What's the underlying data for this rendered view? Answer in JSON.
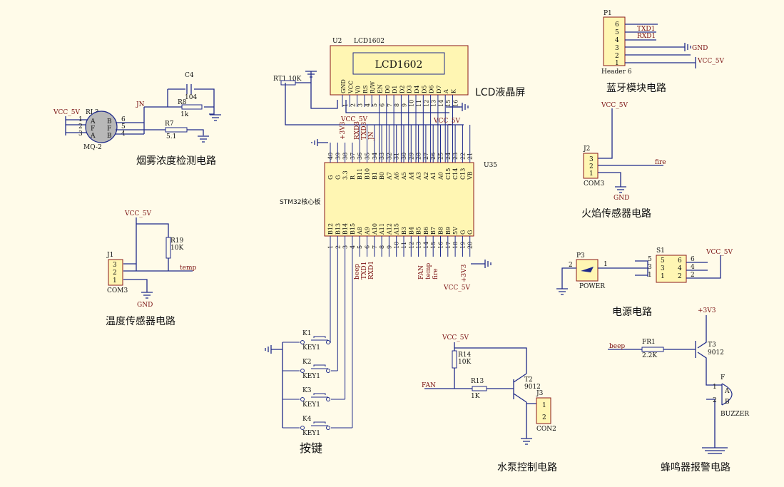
{
  "colors": {
    "background": "#fffbe9",
    "wire": "#1f2a8a",
    "component_fill": "#fff6b3",
    "component_border": "#8b1a1a",
    "net_label": "#7a1010"
  },
  "lcd": {
    "designator": "U2",
    "part": "LCD1602",
    "display": "LCD1602",
    "caption": "LCD液晶屏",
    "pins": [
      "GND",
      "VCC",
      "V0",
      "RS",
      "R/W",
      "EN",
      "D0",
      "D1",
      "D2",
      "D3",
      "D4",
      "D5",
      "D6",
      "D7",
      "A",
      "K"
    ],
    "pin_numbers": [
      "1",
      "2",
      "3",
      "4",
      "5",
      "6",
      "7",
      "8",
      "9",
      "10",
      "11",
      "12",
      "13",
      "14",
      "15",
      "16"
    ]
  },
  "rt1": {
    "label": "RT1 10K"
  },
  "stm32": {
    "designator": "U35",
    "name": "STM32核心板",
    "top_pins": [
      "G",
      "G",
      "3.3",
      "R",
      "B11",
      "B10",
      "B1",
      "B0",
      "A7",
      "A6",
      "A5",
      "A4",
      "A3",
      "A2",
      "A1",
      "A0",
      "C15",
      "C14",
      "C13",
      "VB"
    ],
    "top_numbers": [
      "40",
      "39",
      "38",
      "37",
      "36",
      "35",
      "34",
      "33",
      "32",
      "31",
      "30",
      "29",
      "28",
      "27",
      "26",
      "25",
      "24",
      "23",
      "22",
      "21"
    ],
    "bottom_pins": [
      "B12",
      "B13",
      "B14",
      "B15",
      "A8",
      "A9",
      "A10",
      "A11",
      "A12",
      "A15",
      "B3",
      "B4",
      "B5",
      "B6",
      "B7",
      "B8",
      "B9",
      "5V",
      "G",
      "G"
    ],
    "bottom_numbers": [
      "1",
      "2",
      "3",
      "4",
      "5",
      "6",
      "7",
      "8",
      "9",
      "10",
      "11",
      "12",
      "13",
      "14",
      "15",
      "16",
      "17",
      "18",
      "19",
      "20"
    ],
    "top_nets": [
      "+3V3",
      "RXD3",
      "TXD3",
      "JN"
    ],
    "bottom_nets": [
      "beep",
      "TXD1",
      "RXD1",
      "FAN",
      "temp",
      "fire",
      "+3V3"
    ]
  },
  "smoke": {
    "title": "烟雾浓度检测电路",
    "vcc": "VCC_5V",
    "sensor": "RL3",
    "sensor_part": "MQ-2",
    "pins_left": [
      "1",
      "2",
      "3"
    ],
    "pins_right": [
      "6",
      "5",
      "4"
    ],
    "letters_left": [
      "A",
      "F",
      "A"
    ],
    "letters_right": [
      "B",
      "F",
      "B"
    ],
    "c4": "C4",
    "c4_value": "104",
    "r8": "R8",
    "r8_value": "1k",
    "r7": "R7",
    "r7_value": "5.1",
    "net": "JN"
  },
  "temp": {
    "title": "温度传感器电路",
    "vcc": "VCC_5V",
    "r19": "R19",
    "r19_value": "10K",
    "j1": "J1",
    "j1_part": "COM3",
    "pins": [
      "3",
      "2",
      "1"
    ],
    "net": "temp",
    "gnd": "GND"
  },
  "keys": {
    "title": "按键",
    "items": [
      {
        "name": "K1",
        "part": "KEY1"
      },
      {
        "name": "K2",
        "part": "KEY1"
      },
      {
        "name": "K3",
        "part": "KEY1"
      },
      {
        "name": "K4",
        "part": "KEY1"
      }
    ]
  },
  "bluetooth": {
    "title": "蓝牙模块电路",
    "designator": "P1",
    "part": "Header 6",
    "pins": [
      "6",
      "5",
      "4",
      "3",
      "2",
      "1"
    ],
    "nets": {
      "txd": "TXD1",
      "rxd": "RXD1",
      "gnd": "GND",
      "vcc": "VCC_5V"
    }
  },
  "fire": {
    "title": "火焰传感器电路",
    "vcc": "VCC_5V",
    "j2": "J2",
    "j2_part": "COM3",
    "pins": [
      "3",
      "2",
      "1"
    ],
    "net": "fire",
    "gnd": "GND"
  },
  "power": {
    "title": "电源电路",
    "p3": "P3",
    "p3_part": "POWER",
    "p3_pins": [
      "2",
      "1"
    ],
    "s1": "S1",
    "s1_left": [
      "5",
      "3",
      "1"
    ],
    "s1_left_inner": [
      "5",
      "3",
      "1"
    ],
    "s1_right_inner": [
      "6",
      "4",
      "2"
    ],
    "s1_right": [
      "6",
      "4",
      "2"
    ],
    "vcc": "VCC_5V"
  },
  "pump": {
    "title": "水泵控制电路",
    "vcc": "VCC_5V",
    "r14": "R14",
    "r14_value": "10K",
    "r13": "R13",
    "r13_value": "1K",
    "t2": "T2",
    "t2_part": "9012",
    "j3": "J3",
    "j3_part": "CON2",
    "j3_pins": [
      "1",
      "2"
    ],
    "net": "FAN"
  },
  "buzzer": {
    "title": "蜂鸣器报警电路",
    "vcc": "+3V3",
    "fr1": "FR1",
    "fr1_value": "2.2K",
    "t3": "T3",
    "t3_part": "9012",
    "f": "F",
    "part": "BUZZER",
    "pins": [
      "1",
      "2"
    ],
    "letters": [
      "A",
      "B"
    ],
    "net": "beep"
  }
}
